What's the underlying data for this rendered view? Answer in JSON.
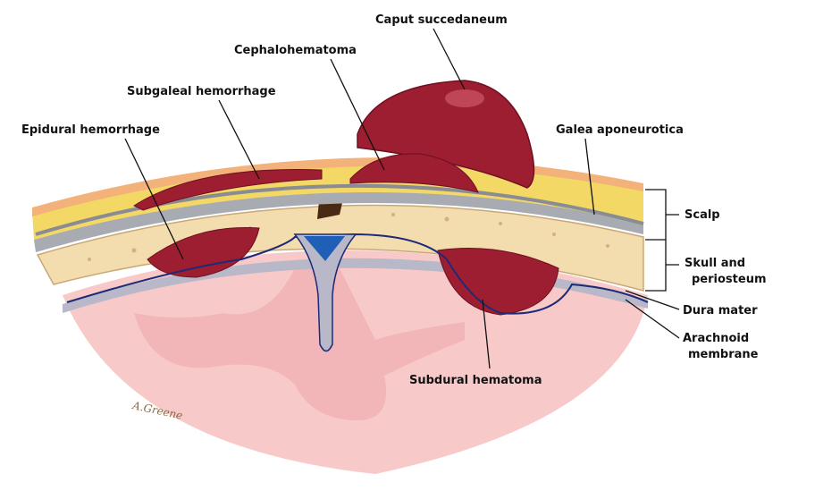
{
  "title": "Neonatal extracranial and intracranial hemorrhages",
  "labels": {
    "caput": "Caput succedaneum",
    "cephalohematoma": "Cephalohematoma",
    "subgaleal": "Subgaleal hemorrhage",
    "epidural": "Epidural hemorrhage",
    "galea": "Galea aponeurotica",
    "scalp": "Scalp",
    "skull_line1": "Skull and",
    "skull_line2": "periosteum",
    "dura": "Dura mater",
    "arachnoid_line1": "Arachnoid",
    "arachnoid_line2": "membrane",
    "subdural": "Subdural hematoma"
  },
  "signature": "A.Greene",
  "colors": {
    "skin": "#f2b27a",
    "fat": "#f3d866",
    "bone": "#f3dcae",
    "blood": "#9c1e30",
    "brain": "#f7c7c7",
    "dura": "#1c2a78",
    "galea": "#a9abb3"
  }
}
